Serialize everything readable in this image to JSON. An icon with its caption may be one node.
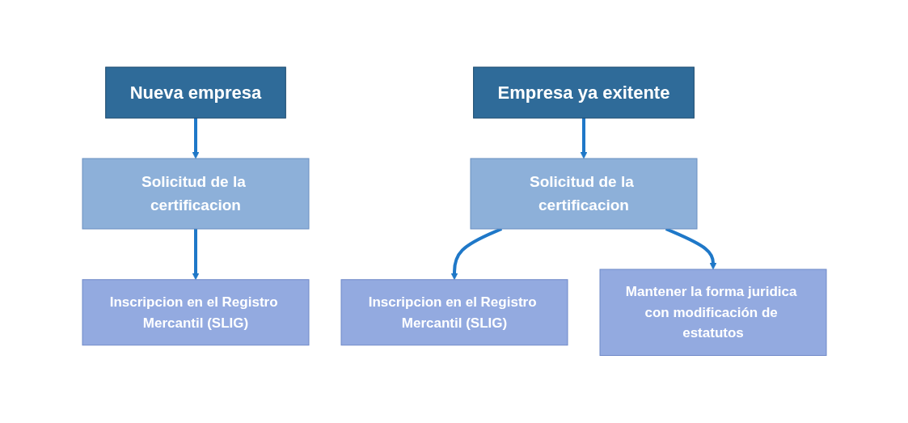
{
  "diagram": {
    "nodes": [
      {
        "text": [
          "Nueva empresa"
        ]
      },
      {
        "text": [
          "Solicitud de la certificacion"
        ]
      },
      {
        "text": [
          "Inscripcion en el Registro Mercantil (SLIG)"
        ]
      },
      {
        "text": [
          "Empresa ya exitente"
        ]
      },
      {
        "text": [
          "Solicitud de la certificacion"
        ]
      },
      {
        "text": [
          "Inscripcion en el Registro Mercantil (SLIG)"
        ]
      },
      {
        "text": [
          "Mantener la forma juridica con modificación de estatutos"
        ]
      }
    ],
    "edges": [
      {
        "from": 0,
        "to": 1,
        "arrow": "to"
      },
      {
        "from": 1,
        "to": 2,
        "arrow": "to"
      },
      {
        "from": 3,
        "to": 4,
        "arrow": "to"
      },
      {
        "from": 4,
        "to": 5,
        "arrow": "to"
      },
      {
        "from": 4,
        "to": 6,
        "arrow": "to"
      }
    ]
  }
}
